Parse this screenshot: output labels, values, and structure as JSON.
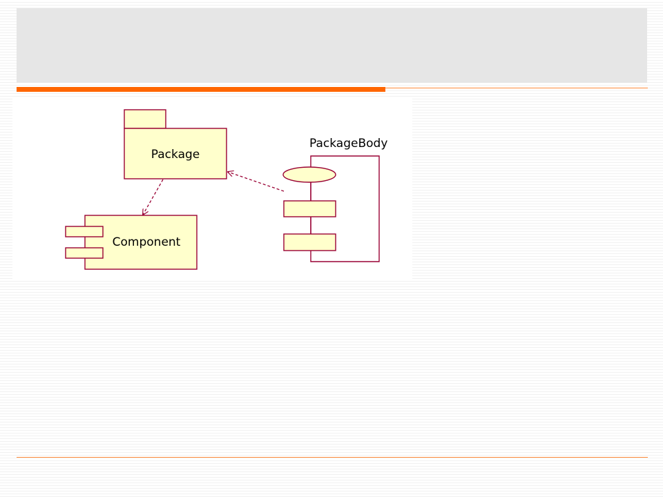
{
  "slide": {
    "title": ""
  },
  "diagram": {
    "package_label": "Package",
    "component_label": "Component",
    "package_body_label": "PackageBody"
  },
  "colors": {
    "accent": "#ff6600",
    "shape_fill": "#ffffcc",
    "shape_stroke": "#990033",
    "title_band": "#e6e6e6"
  }
}
